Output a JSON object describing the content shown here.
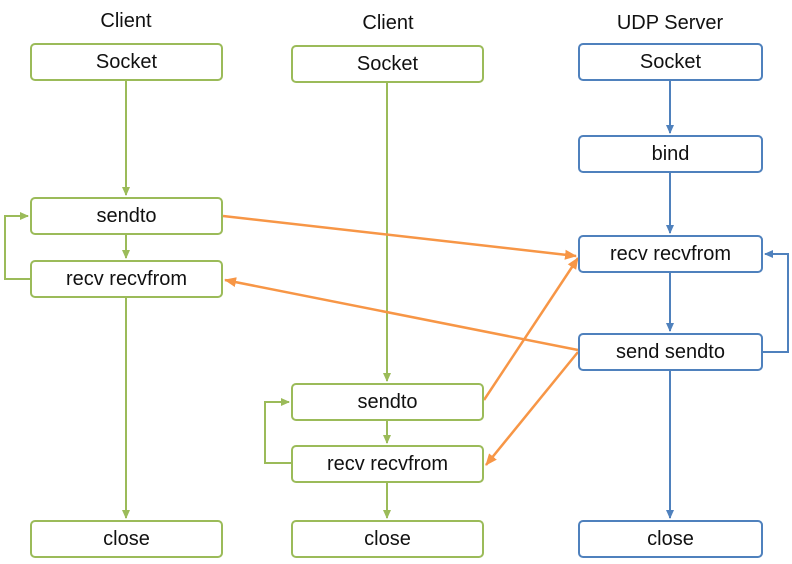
{
  "columns": {
    "client_left": {
      "title": "Client",
      "socket": "Socket",
      "sendto": "sendto",
      "recv": "recv recvfrom",
      "close": "close"
    },
    "client_middle": {
      "title": "Client",
      "socket": "Socket",
      "sendto": "sendto",
      "recv": "recv recvfrom",
      "close": "close"
    },
    "server": {
      "title": "UDP Server",
      "socket": "Socket",
      "bind": "bind",
      "recv": "recv recvfrom",
      "send": "send sendto",
      "close": "close"
    }
  },
  "colors": {
    "client": "#9bbb59",
    "server": "#4f81bd",
    "message": "#f79646"
  }
}
